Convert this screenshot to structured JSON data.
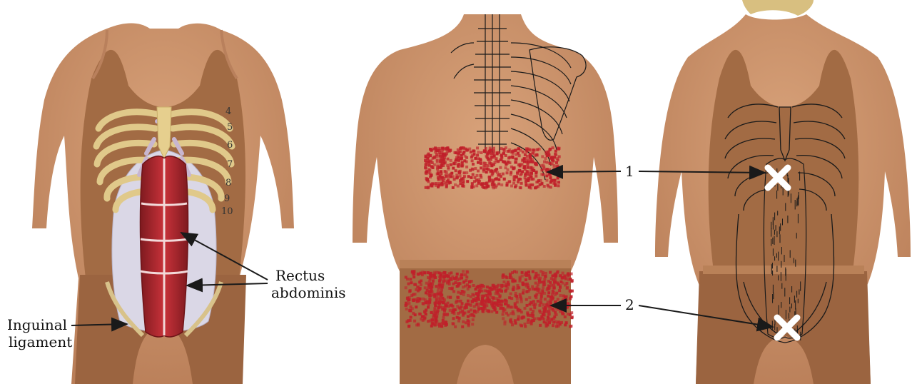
{
  "labels": {
    "rectus_line1": "Rectus",
    "rectus_line2": "abdominis",
    "inguinal_line1": "Inguinal",
    "inguinal_line2": "ligament",
    "callout_1": "1",
    "callout_2": "2"
  },
  "rib_numbers": [
    "4",
    "5",
    "6",
    "7",
    "8",
    "9",
    "10"
  ],
  "colors": {
    "skin": "#c9906a",
    "garment": "#a26b44",
    "rib": "#e8d49a",
    "cartilage": "#c8b6cf",
    "fascia": "#dad7e6",
    "muscle": "#b0232a",
    "pain": "#c0202a",
    "line": "#1a1a1a",
    "marker": "#ffffff"
  },
  "icons": {
    "trigger_point_marker": "x-mark-icon",
    "pointer": "arrow-icon"
  }
}
